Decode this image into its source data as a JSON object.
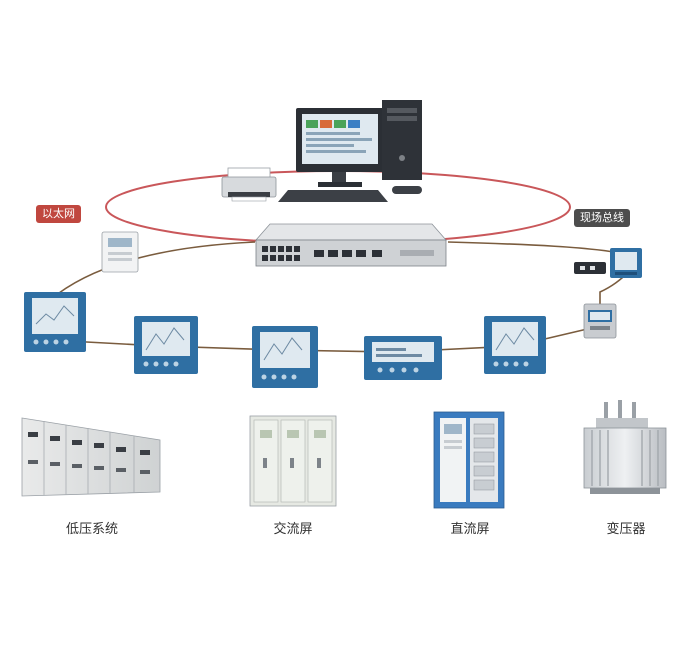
{
  "labels": {
    "ethernet": "以太网",
    "fieldbus": "现场总线"
  },
  "equipment": [
    {
      "name": "低压系统"
    },
    {
      "name": "交流屏"
    },
    {
      "name": "直流屏"
    },
    {
      "name": "变压器"
    }
  ],
  "colors": {
    "ethernet_ring": "#c9575a",
    "bus_line": "#7a5c3e",
    "meter_blue": "#2f6fa3",
    "screen": "#dfe9f0"
  },
  "icons": [
    "desktop-computer-icon",
    "printer-icon",
    "network-switch-icon",
    "power-meter-icon",
    "switchgear-cabinet-icon",
    "transformer-icon"
  ]
}
